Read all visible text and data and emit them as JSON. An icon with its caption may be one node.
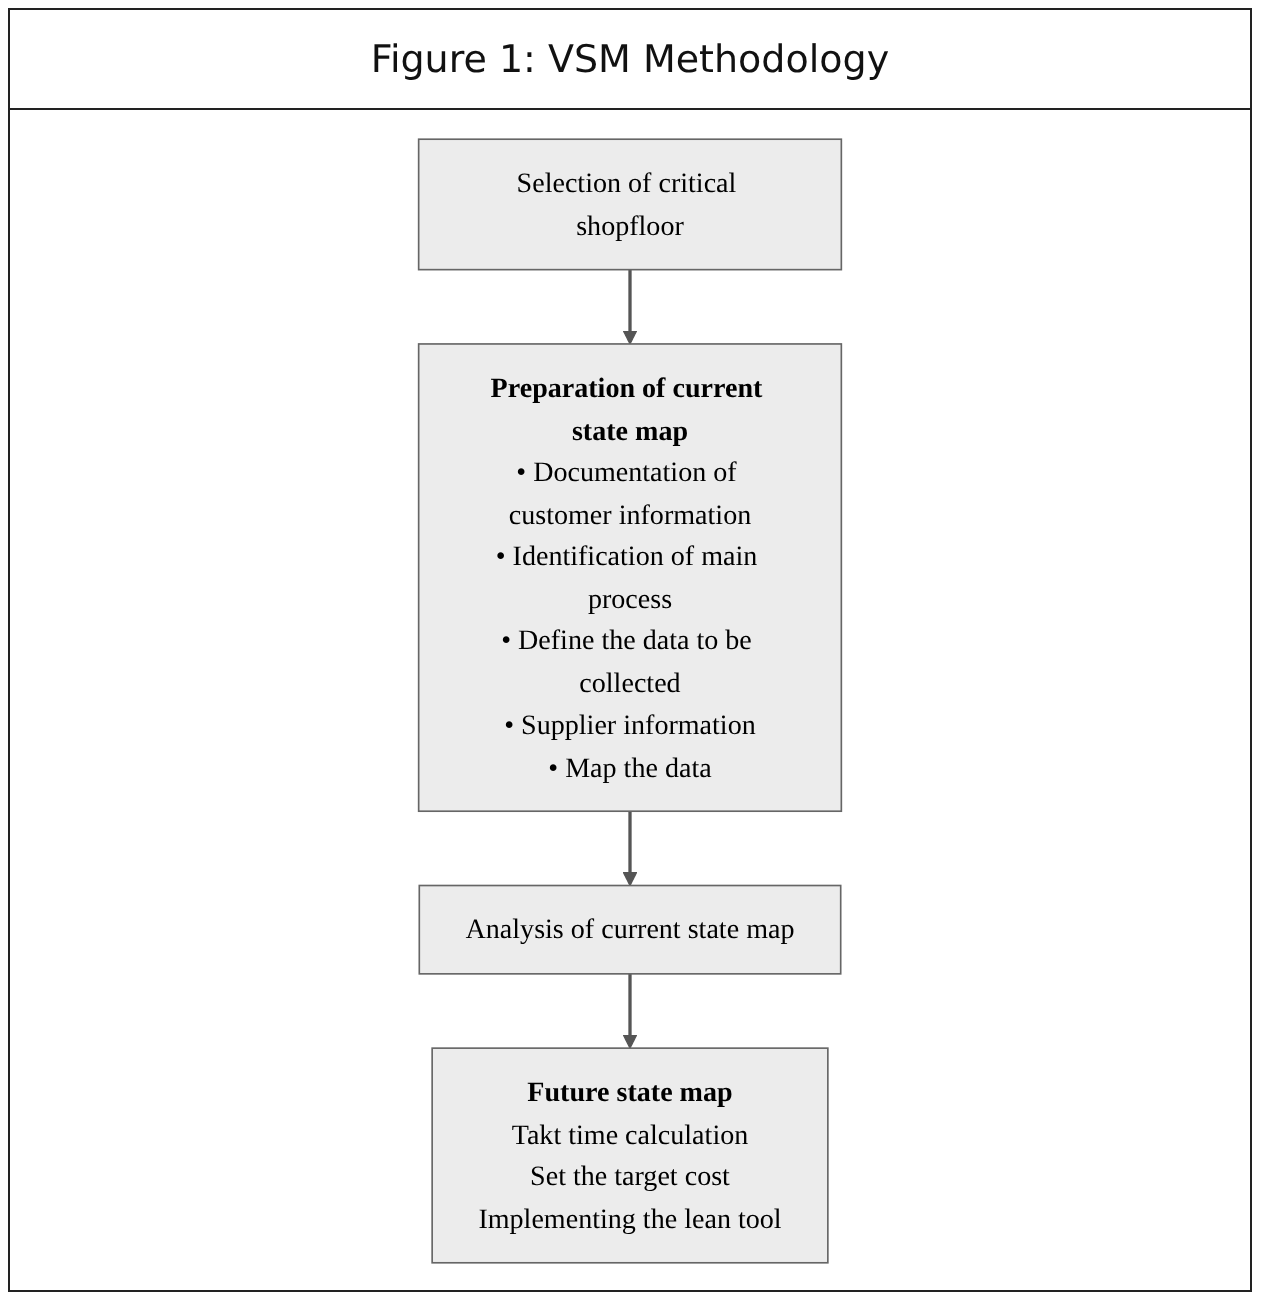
{
  "diagram": {
    "title": "Figure 1: VSM Methodology",
    "nodes": [
      {
        "text": [
          "Selection of critical shopfloor"
        ]
      },
      {
        "text": [
          "Preparation of current state map",
          "• Documentation of customer information",
          "• Identification of main process",
          "• Define the data to be collected",
          "• Supplier information",
          "• Map the data"
        ]
      },
      {
        "text": [
          "Analysis of current state map"
        ]
      },
      {
        "text": [
          "Future state map",
          "Takt time calculation",
          "Set the target cost",
          "Implementing the lean tool"
        ]
      }
    ],
    "edges": [
      {
        "from": 0,
        "to": 1,
        "arrow": "to"
      },
      {
        "from": 1,
        "to": 2,
        "arrow": "to"
      },
      {
        "from": 2,
        "to": 3,
        "arrow": "to"
      }
    ]
  }
}
